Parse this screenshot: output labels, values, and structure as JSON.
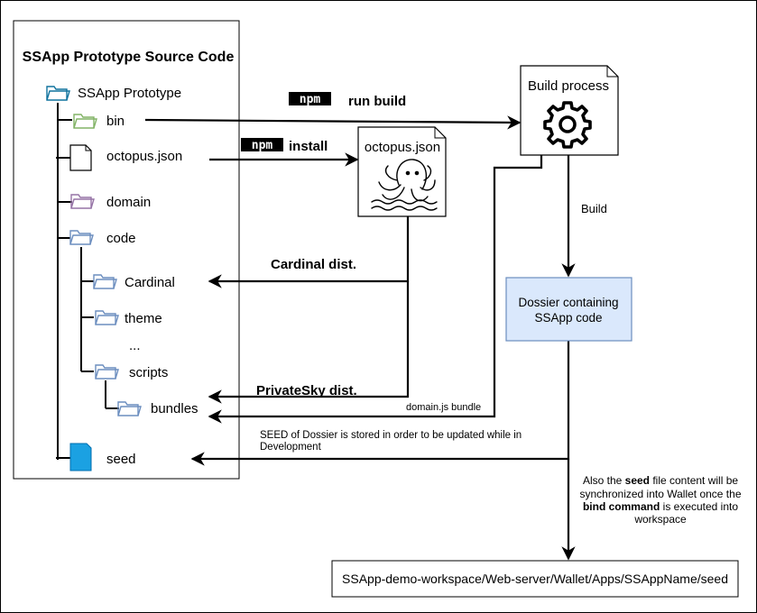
{
  "source_panel": {
    "title": "SSApp Prototype Source Code",
    "root": "SSApp Prototype",
    "items": {
      "bin": "bin",
      "octopus": "octopus.json",
      "domain": "domain",
      "code": "code",
      "cardinal": "Cardinal",
      "theme": "theme",
      "ellipsis": "...",
      "scripts": "scripts",
      "bundles": "bundles",
      "seed": "seed"
    }
  },
  "edges": {
    "npm_logo": "npm",
    "run_build": "run build",
    "install": "install",
    "cardinal_dist": "Cardinal dist.",
    "privatesky_dist": "PrivateSky dist.",
    "domain_bundle": "domain.js bundle",
    "build": "Build",
    "seed_note_line1": "SEED of Dossier is stored in order to be updated while in",
    "seed_note_line2": "Development"
  },
  "nodes": {
    "build_process": "Build process",
    "octopus": "octopus.json",
    "dossier_line1": "Dossier containing",
    "dossier_line2": "SSApp code",
    "workspace_path": "SSApp-demo-workspace/Web-server/Wallet/Apps/SSAppName/seed"
  },
  "wallet_note": {
    "l1": "Also the ",
    "l1_bold": "seed",
    "l1_end": " file content will be",
    "l2": "synchronized into Wallet once the",
    "l3_bold": "bind command",
    "l3_end": " is executed into",
    "l4": "workspace"
  },
  "colors": {
    "bin_folder": "#82b366",
    "domain_folder": "#9673a6",
    "code_folder": "#6c8ebf",
    "root_folder": "#10739e",
    "seed_file": "#1ba1e2",
    "dossier_fill": "#dae8fc",
    "dossier_stroke": "#6c8ebf"
  },
  "icons": [
    "folder-icon",
    "file-icon",
    "gear-icon",
    "octopus-icon",
    "npm-logo-icon",
    "seed-file-icon"
  ]
}
